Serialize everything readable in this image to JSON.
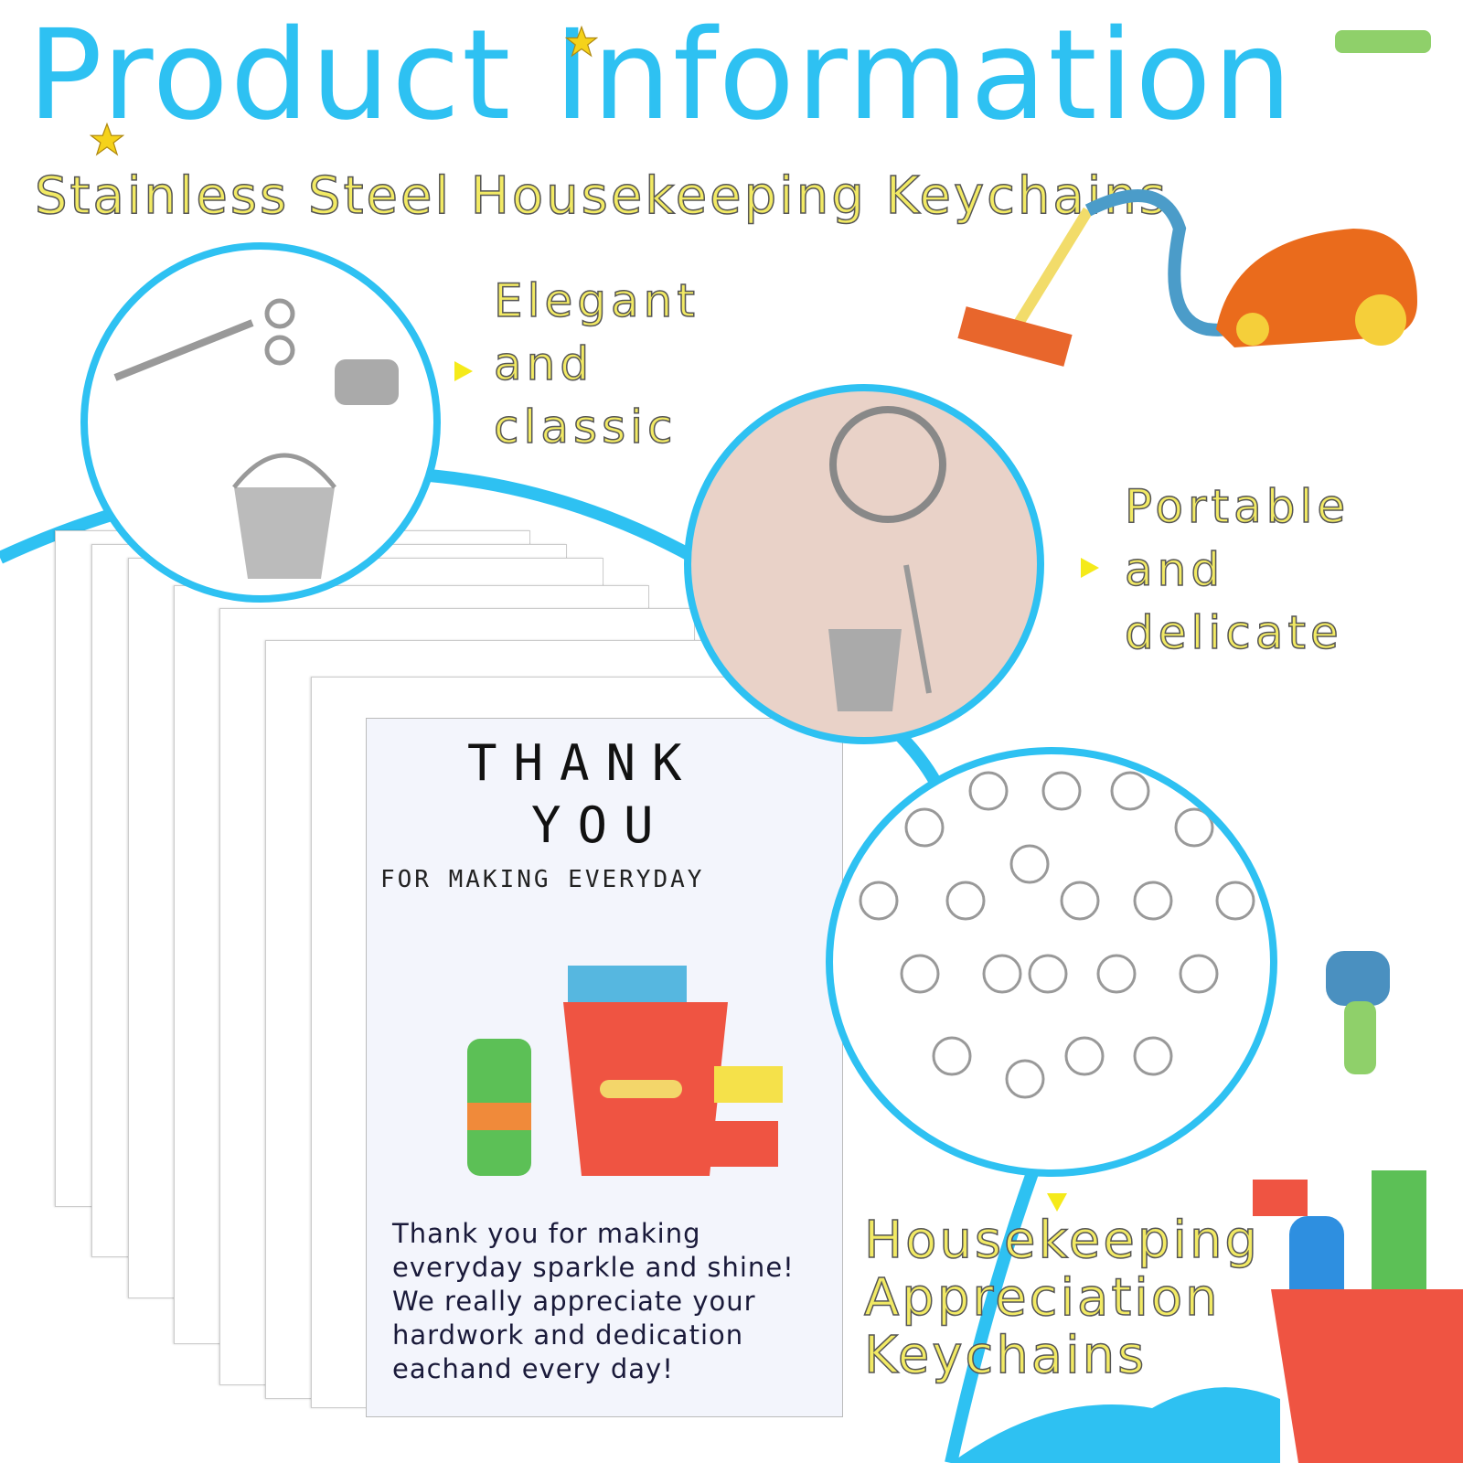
{
  "header": {
    "title": "Product Information",
    "subtitle": "Stainless Steel Housekeeping Keychains"
  },
  "features": [
    {
      "lines": [
        "Elegant",
        "and",
        "classic"
      ]
    },
    {
      "lines": [
        "Portable",
        "and",
        "delicate"
      ]
    },
    {
      "lines": [
        "Housekeeping",
        "Appreciation",
        "Keychains"
      ]
    }
  ],
  "card": {
    "thank": "THANK",
    "you": "YOU",
    "tagline": "FOR MAKING EVERYDAY",
    "message": [
      "Thank you for making",
      "everyday sparkle and shine!",
      "We really appreciate your",
      "hardwork and dedication",
      "eachand every day!"
    ]
  },
  "colors": {
    "accent_blue": "#2ec1f2",
    "label_yellow": "#f2ea64"
  }
}
